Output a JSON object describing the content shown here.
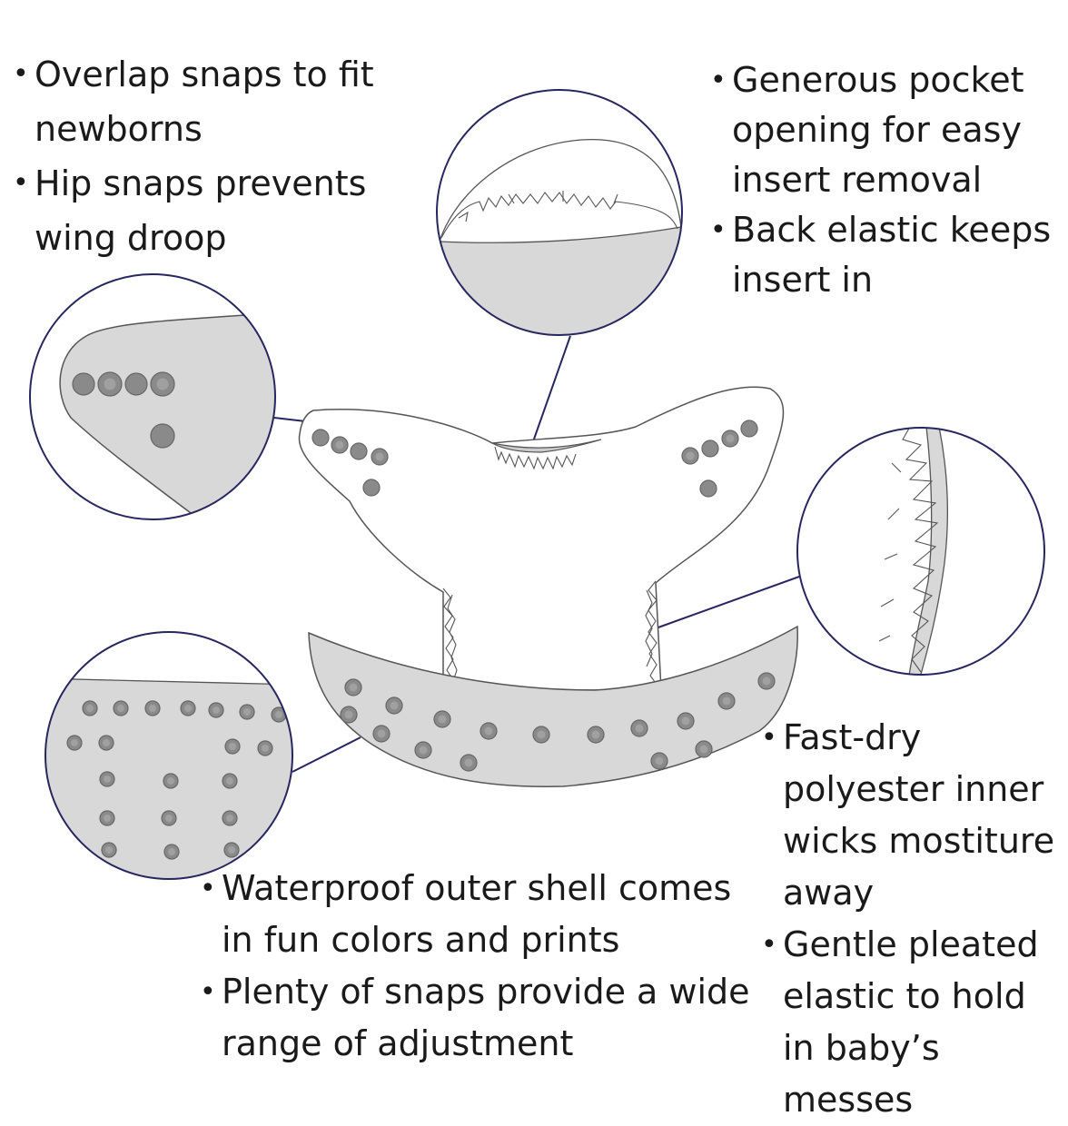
{
  "callouts": {
    "top_left": [
      "Overlap snaps to fit newborns",
      "Hip snaps prevents wing droop"
    ],
    "top_right": [
      "Generous pocket opening for easy insert removal",
      "Back elastic keeps insert in"
    ],
    "bottom_right": [
      "Fast-dry polyester inner wicks mostiture away",
      "Gentle pleated elastic to hold in baby’s messes"
    ],
    "bottom_left": [
      "Waterproof outer shell comes in fun colors and prints",
      "Plenty of snaps provide a wide range of adjustment"
    ]
  },
  "colors": {
    "outline": "#555555",
    "circle_stroke": "#262660",
    "fill_gray": "#d8d8d8",
    "snap": "#8a8a8a",
    "snap_dark": "#7a7a7a"
  }
}
